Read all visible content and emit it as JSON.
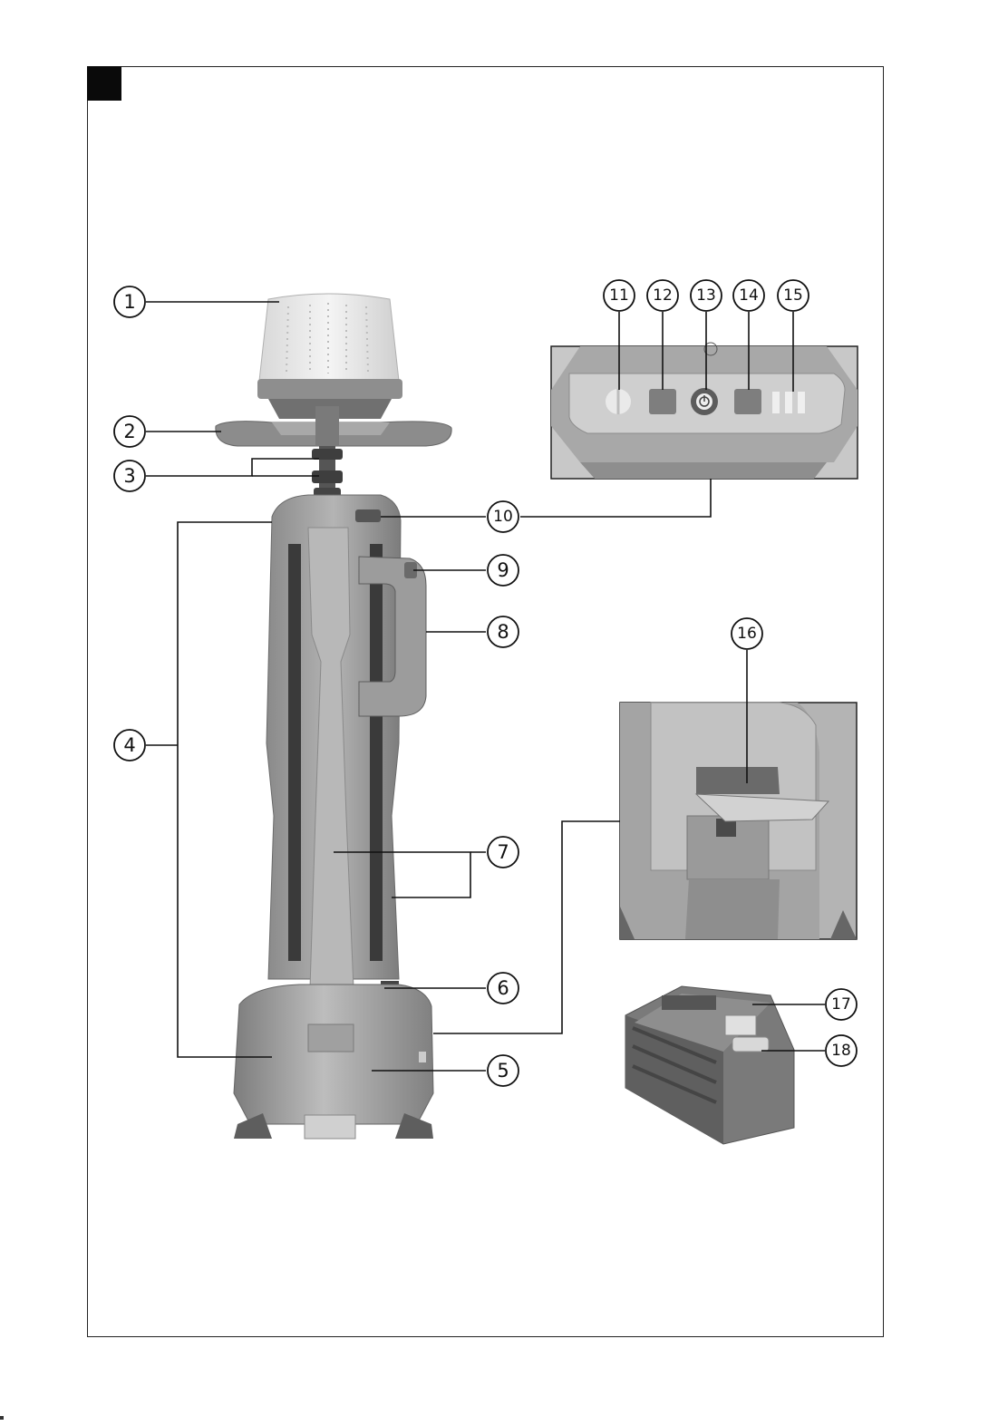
{
  "figure": {
    "callouts": [
      {
        "id": 1,
        "label": "1"
      },
      {
        "id": 2,
        "label": "2"
      },
      {
        "id": 3,
        "label": "3"
      },
      {
        "id": 4,
        "label": "4"
      },
      {
        "id": 5,
        "label": "5"
      },
      {
        "id": 6,
        "label": "6"
      },
      {
        "id": 7,
        "label": "7"
      },
      {
        "id": 8,
        "label": "8"
      },
      {
        "id": 9,
        "label": "9"
      },
      {
        "id": 10,
        "label": "10"
      },
      {
        "id": 11,
        "label": "11"
      },
      {
        "id": 12,
        "label": "12"
      },
      {
        "id": 13,
        "label": "13"
      },
      {
        "id": 14,
        "label": "14"
      },
      {
        "id": 15,
        "label": "15"
      },
      {
        "id": 16,
        "label": "16"
      },
      {
        "id": 17,
        "label": "17"
      },
      {
        "id": 18,
        "label": "18"
      }
    ]
  },
  "colors": {
    "body_gray": "#9a9a9a",
    "body_dark": "#6e6e6e",
    "body_light": "#c2c2c2",
    "frame": "#222222"
  }
}
